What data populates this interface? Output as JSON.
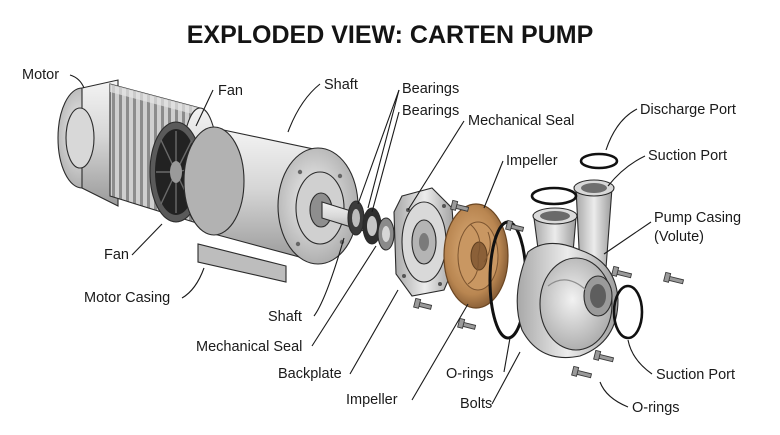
{
  "title": "EXPLODED VIEW: CARTEN PUMP",
  "labels": {
    "motor": "Motor",
    "fan_top": "Fan",
    "shaft_top": "Shaft",
    "bearings_1": "Bearings",
    "bearings_2": "Bearings",
    "mech_seal_top": "Mechanical Seal",
    "impeller_top": "Impeller",
    "discharge_port": "Discharge Port",
    "suction_port_top": "Suction Port",
    "pump_casing_1": "Pump Casing",
    "pump_casing_2": "(Volute)",
    "fan_bottom": "Fan",
    "motor_casing": "Motor Casing",
    "shaft_bottom": "Shaft",
    "mech_seal_bottom": "Mechanical Seal",
    "backplate": "Backplate",
    "impeller_bottom": "Impeller",
    "o_rings_mid": "O-rings",
    "bolts": "Bolts",
    "suction_port_bottom": "Suction Port",
    "o_rings_bottom": "O-rings"
  },
  "colors": {
    "metal_light": "#e4e4e4",
    "metal_mid": "#b9b9b9",
    "metal_dark": "#6f6f6f",
    "bronze": "#b88550",
    "bronze_dark": "#7d5530",
    "oring": "#111111"
  }
}
